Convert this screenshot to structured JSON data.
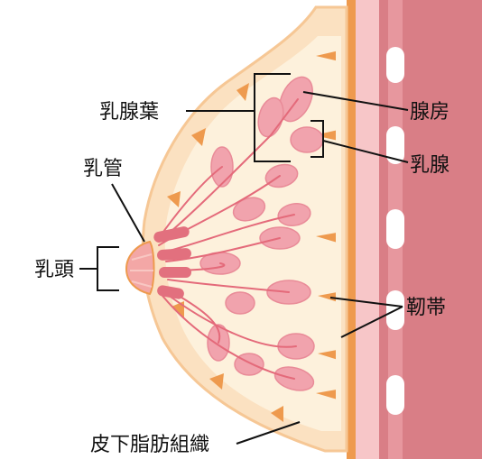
{
  "diagram": {
    "labels": {
      "lobe": "乳腺葉",
      "duct": "乳管",
      "nipple": "乳頭",
      "alveolus": "腺房",
      "mammary_gland": "乳腺",
      "ligament": "靭帯",
      "subcutaneous_fat": "皮下脂肪組織"
    },
    "colors": {
      "skin": "#fbe1c1",
      "skin_outline": "#f6c795",
      "fat": "#fdf1dc",
      "ligament_orange": "#ee9a4e",
      "gland_pink": "#f1a3ad",
      "gland_dark": "#e2707e",
      "duct": "#e46a7a",
      "muscle_light": "#f7c6c8",
      "muscle": "#d97e86",
      "rib": "#ffffff",
      "label_text": "#111111"
    }
  }
}
